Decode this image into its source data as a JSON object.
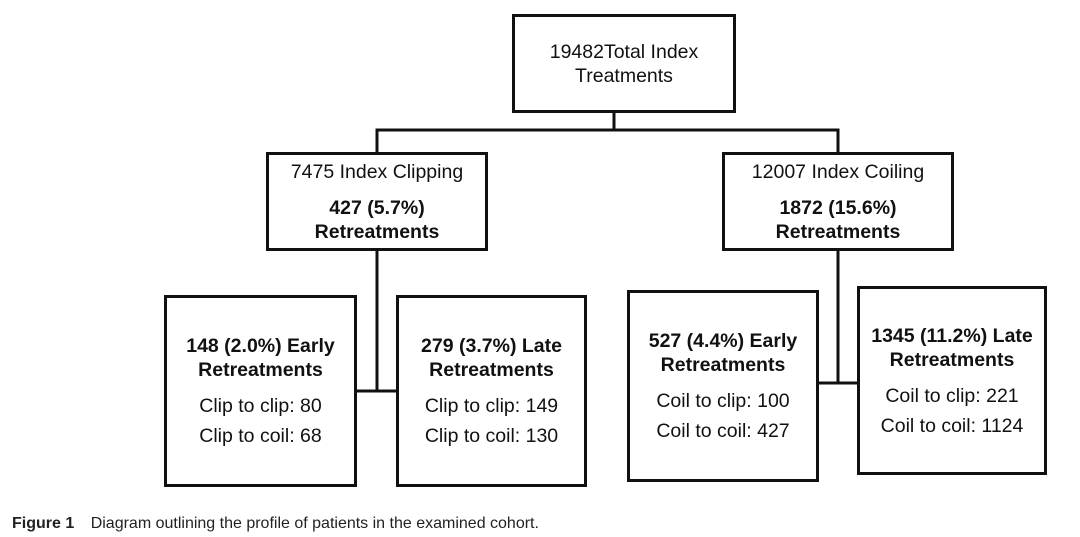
{
  "root": {
    "line1": "19482Total Index",
    "line2": "Treatments"
  },
  "clipping": {
    "title": "7475 Index Clipping",
    "retreat_count": "427 (5.7%)",
    "retreat_label": "Retreatments"
  },
  "coiling": {
    "title": "12007 Index Coiling",
    "retreat_count": "1872 (15.6%)",
    "retreat_label": "Retreatments"
  },
  "clip_early": {
    "heading1": "148 (2.0%) Early",
    "heading2": "Retreatments",
    "item1": "Clip to clip: 80",
    "item2": "Clip to coil: 68"
  },
  "clip_late": {
    "heading1": "279 (3.7%) Late",
    "heading2": "Retreatments",
    "item1": "Clip to clip: 149",
    "item2": "Clip to coil: 130"
  },
  "coil_early": {
    "heading1": "527 (4.4%) Early",
    "heading2": "Retreatments",
    "item1": "Coil to clip: 100",
    "item2": "Coil to coil: 427"
  },
  "coil_late": {
    "heading1": "1345 (11.2%) Late",
    "heading2": "Retreatments",
    "item1": "Coil to clip: 221",
    "item2": "Coil to coil: 1124"
  },
  "caption": {
    "label": "Figure 1",
    "text": "Diagram outlining the profile of patients in the examined cohort."
  }
}
